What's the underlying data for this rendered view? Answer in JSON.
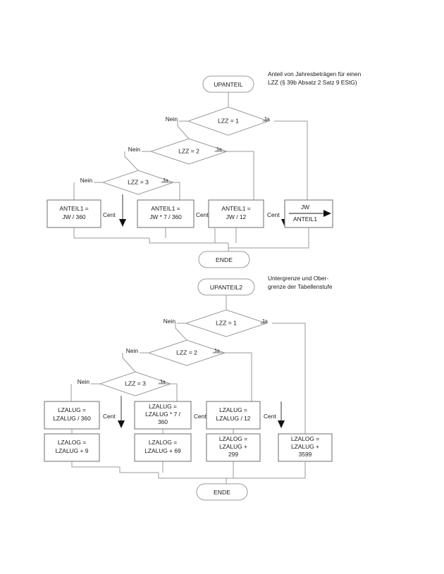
{
  "diagram": {
    "title_hidden": "",
    "sections": [
      {
        "id": "upanteil",
        "start_label": "UPANTEIL",
        "end_label": "ENDE",
        "annotation": {
          "line1": "Anteil von Jahresbeträgen für einen",
          "line2": "LZZ (§ 39b Absatz 2 Satz 9 EStG)"
        },
        "decisions": [
          {
            "id": "lzz1",
            "label": "LZZ = 1",
            "no_label": "Nein",
            "yes_label": "Ja"
          },
          {
            "id": "lzz2",
            "label": "LZZ = 2",
            "no_label": "Nein",
            "yes_label": "Ja"
          },
          {
            "id": "lzz3",
            "label": "LZZ = 3",
            "no_label": "Nein",
            "yes_label": "Ja"
          }
        ],
        "process_boxes": [
          {
            "id": "anteil-360",
            "line1": "ANTEIL1 =",
            "line2": "JW / 360",
            "line3": ""
          },
          {
            "id": "anteil-7-360",
            "line1": "ANTEIL1 =",
            "line2": "JW * 7 / 360",
            "line3": ""
          },
          {
            "id": "anteil-12",
            "line1": "ANTEIL1 =",
            "line2": "JW / 12",
            "line3": ""
          }
        ],
        "fraction_box": {
          "id": "jw-over-anteil1",
          "numerator": "JW",
          "denominator": "ANTEIL1"
        },
        "rounding_labels": [
          "Cent",
          "Cent",
          "Cent"
        ]
      },
      {
        "id": "upanteil2",
        "start_label": "UPANTEIL2",
        "end_label": "ENDE",
        "annotation": {
          "line1": "Untergrenze und Ober-",
          "line2": "grenze der Tabellenstufe"
        },
        "decisions": [
          {
            "id": "lzz1b",
            "label": "LZZ = 1",
            "no_label": "Nein",
            "yes_label": "Ja"
          },
          {
            "id": "lzz2b",
            "label": "LZZ = 2",
            "no_label": "Nein",
            "yes_label": "Ja"
          },
          {
            "id": "lzz3b",
            "label": "LZZ = 3",
            "no_label": "Nein",
            "yes_label": "Ja"
          }
        ],
        "process_boxes": [
          {
            "id": "lzalug-360",
            "line1": "LZALUG =",
            "line2": "LZALUG / 360",
            "line3": ""
          },
          {
            "id": "lzalug-7-360",
            "line1": "LZALUG =",
            "line2": "LZALUG * 7 /",
            "line3": "360"
          },
          {
            "id": "lzalug-12",
            "line1": "LZALUG =",
            "line2": "LZALUG / 12",
            "line3": ""
          }
        ],
        "result_boxes": [
          {
            "id": "lzalog-9",
            "line1": "LZALOG =",
            "line2": "LZALUG + 9",
            "line3": ""
          },
          {
            "id": "lzalog-69",
            "line1": "LZALOG =",
            "line2": "LZALUG + 69",
            "line3": ""
          },
          {
            "id": "lzalog-299",
            "line1": "LZALOG =",
            "line2": "LZALUG +",
            "line3": "299"
          },
          {
            "id": "lzalog-3599",
            "line1": "LZALOG =",
            "line2": "LZALUG +",
            "line3": "3599"
          }
        ],
        "rounding_labels": [
          "Cent",
          "Cent",
          "Cent"
        ]
      }
    ],
    "colors": {
      "background": "#ffffff",
      "shape_outline": "#9a9a9a",
      "box_outline": "#6d6d6d",
      "connector": "#9a9a9a",
      "text": "#1a1a1a",
      "arrow": "#111111"
    }
  }
}
